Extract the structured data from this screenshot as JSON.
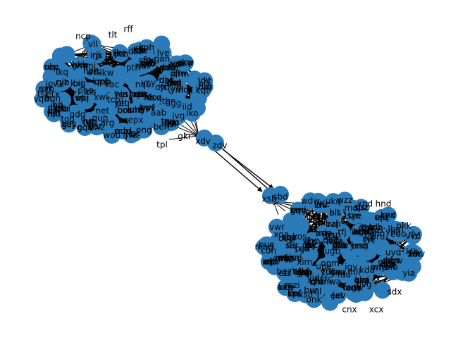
{
  "colors": {
    "node": "#2b7bb9",
    "edge": "#000000",
    "label": "#000000",
    "background": "#ffffff"
  },
  "graph": {
    "type": "directed-network",
    "visible_labels": [
      "rff",
      "ncp",
      "tlt",
      "xdv",
      "gkr",
      "tpl",
      "zdv",
      "xsb",
      "sbd",
      "pkk",
      "hnd",
      "xnd",
      "cnx",
      "xcx",
      "sdx",
      "hhv",
      "tsi",
      "ihc"
    ],
    "bridge_labels": [
      "xdv",
      "gkr",
      "tpl",
      "zdv",
      "xsb",
      "sbd"
    ]
  }
}
